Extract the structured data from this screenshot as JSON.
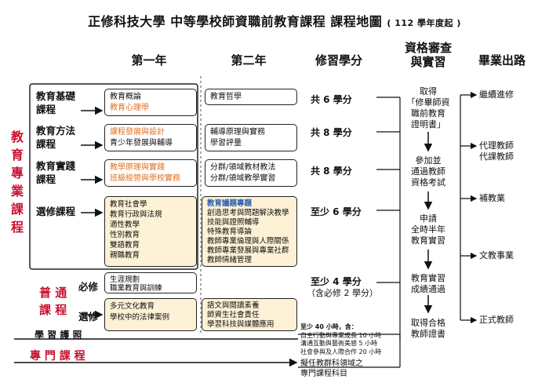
{
  "title": {
    "main": "正修科技大學  中等學校師資職前教育課程  課程地圖",
    "sub": "( 112 學年度起 )"
  },
  "columns": {
    "year1": "第一年",
    "year2": "第二年",
    "credits": "修習學分",
    "review": "資格審查\n與實習",
    "career": "畢業出路"
  },
  "edu_program": {
    "label": "教育專業課程"
  },
  "rows": {
    "basic": {
      "label": "教育基礎\n課程",
      "y1_line1": "教育概論",
      "y1_line2": "教育心理學",
      "y2_line1": "教育哲學",
      "credits": "共 6 學分"
    },
    "method": {
      "label": "教育方法\n課程",
      "y1_line1": "課程發展與設計",
      "y1_line2": "青少年發展與輔導",
      "y2_line1": "輔導原理與實務",
      "y2_line2": "學習評量",
      "credits": "共 8 學分"
    },
    "practice": {
      "label": "教育實踐\n課程",
      "y1_line1": "教學原理與實踐",
      "y1_line2": "班級經營與學校實務",
      "y2_line1": "分群/領域教材教法",
      "y2_line2": "分群/領域教學實習",
      "credits": "共 8 學分"
    },
    "elective": {
      "label": "選修課程",
      "y1": [
        "教育社會學",
        "教育行政與法規",
        "適性教學",
        "性別教育",
        "雙語教育",
        "親職教育"
      ],
      "y2_head": "教育議題專題",
      "y2": [
        "創造思考與問題解決教學",
        "技能與證照輔導",
        "特殊教育導論",
        "教師專業倫理與人際關係",
        "教師專業發展與專業社群",
        "教師情緒管理"
      ],
      "credits": "至少 6 學分"
    }
  },
  "general": {
    "label": "普 通\n課 程",
    "required_label": "必修",
    "required_items": [
      "生涯規劃",
      "職業教育與訓練"
    ],
    "elective_label": "選修",
    "elective_y1": [
      "多元文化教育",
      "學校中的法律案例"
    ],
    "elective_y2": [
      "語文與閱讀素養",
      "師資生社會責任",
      "學習科技與媒體應用"
    ],
    "credits_line1": "至少 4 學分",
    "credits_line2": "（含必修 2 學分）"
  },
  "service": {
    "label": "學 習 護 照",
    "head": "至少 40 小時，含：",
    "lines": [
      "自主行動與專業成長 10 小時",
      "溝通互動與藝術美感 5 小時",
      "社會參與及人際合作 20 小時"
    ]
  },
  "specialty": {
    "label": "專 門 課 程",
    "note_line1": "擬任教群科領域之",
    "note_line2": "專門課程科目"
  },
  "flow": {
    "step1": "取得\n「修畢師資\n職前教育\n證明書」",
    "step2": "參加並\n通過教師\n資格考試",
    "step3": "申請\n全時半年\n教育實習",
    "step4": "教育實習\n成績通過",
    "step5": "取得合格\n教師證書"
  },
  "careers": [
    "繼續進修",
    "代理教師\n代課教師",
    "補教業",
    "文教事業",
    "正式教師"
  ],
  "colors": {
    "orange": "#e07020",
    "blue": "#2a5db0",
    "red": "#c8102e",
    "yellow_fill": "#fdf1d6"
  }
}
